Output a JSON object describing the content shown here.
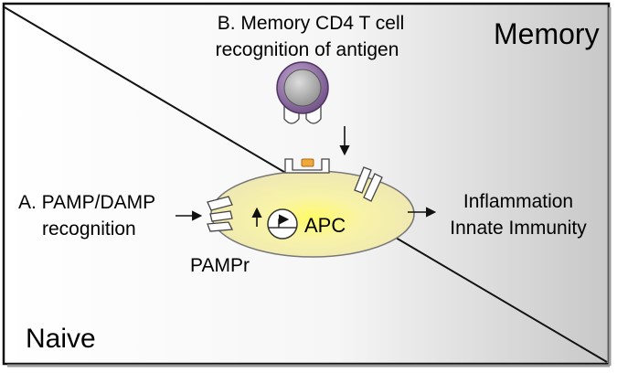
{
  "labels": {
    "memory": "Memory",
    "naive": "Naive",
    "memory_recognition_line1": "B. Memory CD4 T cell",
    "memory_recognition_line2": "recognition of antigen",
    "pamp_line1": "A. PAMP/DAMP",
    "pamp_line2": "recognition",
    "outcome_line1": "Inflammation",
    "outcome_line2": "Innate Immunity",
    "apc": "APC",
    "pampr": "PAMPr"
  },
  "colors": {
    "border": "#111111",
    "apc_fill": "#f2ec9c",
    "apc_center": "#fffa70",
    "t_cell_ring": "#9b7bb0",
    "t_cell_ring_dark": "#6f4f85",
    "t_cell_core": "#a8a8a8",
    "peptide": "#f0a83a"
  }
}
